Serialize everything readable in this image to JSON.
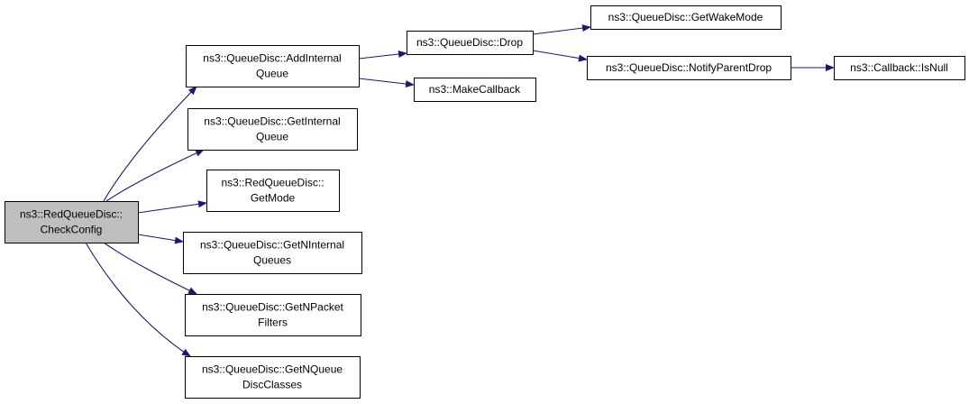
{
  "colors": {
    "edge": "#191970",
    "node_fill": "#ffffff",
    "root_fill": "#bfbfbf",
    "border": "#000000"
  },
  "nodes": [
    {
      "id": "check-config",
      "lines": [
        "ns3::RedQueueDisc::",
        "CheckConfig"
      ],
      "root": true
    },
    {
      "id": "add-internal-queue",
      "lines": [
        "ns3::QueueDisc::AddInternal",
        "Queue"
      ]
    },
    {
      "id": "get-internal-queue",
      "lines": [
        "ns3::QueueDisc::GetInternal",
        "Queue"
      ]
    },
    {
      "id": "get-mode",
      "lines": [
        "ns3::RedQueueDisc::",
        "GetMode"
      ]
    },
    {
      "id": "get-n-internal-queues",
      "lines": [
        "ns3::QueueDisc::GetNInternal",
        "Queues"
      ]
    },
    {
      "id": "get-n-packet-filters",
      "lines": [
        "ns3::QueueDisc::GetNPacket",
        "Filters"
      ]
    },
    {
      "id": "get-n-queue-disc-classes",
      "lines": [
        "ns3::QueueDisc::GetNQueue",
        "DiscClasses"
      ]
    },
    {
      "id": "drop",
      "lines": [
        "ns3::QueueDisc::Drop"
      ]
    },
    {
      "id": "make-callback",
      "lines": [
        "ns3::MakeCallback"
      ]
    },
    {
      "id": "get-wake-mode",
      "lines": [
        "ns3::QueueDisc::GetWakeMode"
      ]
    },
    {
      "id": "notify-parent-drop",
      "lines": [
        "ns3::QueueDisc::NotifyParentDrop"
      ]
    },
    {
      "id": "callback-is-null",
      "lines": [
        "ns3::Callback::IsNull"
      ]
    }
  ],
  "edges": [
    {
      "from": "check-config",
      "to": "add-internal-queue"
    },
    {
      "from": "check-config",
      "to": "get-internal-queue"
    },
    {
      "from": "check-config",
      "to": "get-mode"
    },
    {
      "from": "check-config",
      "to": "get-n-internal-queues"
    },
    {
      "from": "check-config",
      "to": "get-n-packet-filters"
    },
    {
      "from": "check-config",
      "to": "get-n-queue-disc-classes"
    },
    {
      "from": "add-internal-queue",
      "to": "drop"
    },
    {
      "from": "add-internal-queue",
      "to": "make-callback"
    },
    {
      "from": "drop",
      "to": "get-wake-mode"
    },
    {
      "from": "drop",
      "to": "notify-parent-drop"
    },
    {
      "from": "notify-parent-drop",
      "to": "callback-is-null"
    }
  ]
}
